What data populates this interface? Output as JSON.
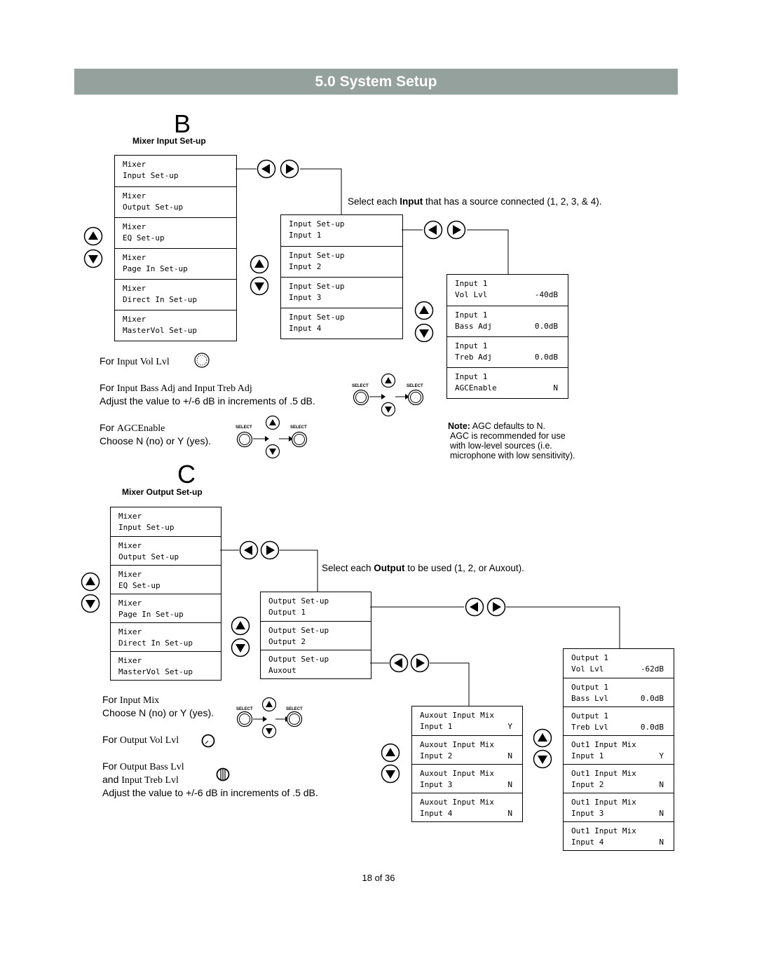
{
  "banner": {
    "title": "5.0 System Setup"
  },
  "sectionB": {
    "letter": "B",
    "heading": "Mixer Input Set-up",
    "menu": [
      [
        "Mixer",
        "Input Set-up"
      ],
      [
        "Mixer",
        "Output Set-up"
      ],
      [
        "Mixer",
        "EQ Set-up"
      ],
      [
        "Mixer",
        "Page In Set-up"
      ],
      [
        "Mixer",
        "Direct In Set-up"
      ],
      [
        "Mixer",
        "MasterVol Set-up"
      ]
    ],
    "select_text_pre": "Select each ",
    "select_text_bold": "Input",
    "select_text_post": " that has a source connected (1, 2, 3, & 4).",
    "input_menu": [
      [
        "Input Set-up",
        "Input 1"
      ],
      [
        "Input Set-up",
        "Input 2"
      ],
      [
        "Input Set-up",
        "Input 3"
      ],
      [
        "Input Set-up",
        "Input 4"
      ]
    ],
    "input1_menu": [
      {
        "l1": "Input 1",
        "l2a": "Vol Lvl",
        "l2b": "-40dB"
      },
      {
        "l1": "Input 1",
        "l2a": "Bass Adj",
        "l2b": "0.0dB"
      },
      {
        "l1": "Input 1",
        "l2a": "Treb Adj",
        "l2b": "0.0dB"
      },
      {
        "l1": "Input 1",
        "l2a": "AGCEnable",
        "l2b": "N"
      }
    ],
    "for_vol_pre": "For ",
    "for_vol": "Input Vol Lvl",
    "for_bass_pre": "For ",
    "for_bass": "Input Bass Adj and Input Treb Adj",
    "adjust_text": "Adjust the value to +/-6 dB in increments of .5 dB.",
    "for_agc_pre": "For ",
    "for_agc": "AGCEnable",
    "choose_text": "Choose N (no) or Y (yes).",
    "note_label": "Note:",
    "note_lines": [
      " AGC defaults to N.",
      "AGC is recommended for use",
      "with low-level sources (i.e.",
      "microphone with low sensitivity)."
    ],
    "select_label": "SELECT"
  },
  "sectionC": {
    "letter": "C",
    "heading": "Mixer Output Set-up",
    "menu": [
      [
        "Mixer",
        "Input Set-up"
      ],
      [
        "Mixer",
        "Output Set-up"
      ],
      [
        "Mixer",
        "EQ Set-up"
      ],
      [
        "Mixer",
        "Page In Set-up"
      ],
      [
        "Mixer",
        "Direct In Set-up"
      ],
      [
        "Mixer",
        "MasterVol Set-up"
      ]
    ],
    "select_text_pre": "Select each ",
    "select_text_bold": "Output",
    "select_text_post": " to be used (1, 2, or Auxout).",
    "output_menu": [
      [
        "Output Set-up",
        "Output 1"
      ],
      [
        "Output Set-up",
        "Output 2"
      ],
      [
        "Output Set-up",
        "Auxout"
      ]
    ],
    "auxout_menu": [
      {
        "l1": "Auxout Input Mix",
        "l2a": "Input 1",
        "l2b": "Y"
      },
      {
        "l1": "Auxout Input Mix",
        "l2a": "Input 2",
        "l2b": "N"
      },
      {
        "l1": "Auxout Input Mix",
        "l2a": "Input 3",
        "l2b": "N"
      },
      {
        "l1": "Auxout Input Mix",
        "l2a": "Input 4",
        "l2b": "N"
      }
    ],
    "output1_menu": [
      {
        "l1": "Output 1",
        "l2a": "Vol Lvl",
        "l2b": "-62dB"
      },
      {
        "l1": "Output 1",
        "l2a": "Bass Lvl",
        "l2b": "0.0dB"
      },
      {
        "l1": "Output 1",
        "l2a": "Treb Lvl",
        "l2b": "0.0dB"
      },
      {
        "l1": "Out1 Input Mix",
        "l2a": "Input 1",
        "l2b": "Y"
      },
      {
        "l1": "Out1 Input Mix",
        "l2a": "Input 2",
        "l2b": "N"
      },
      {
        "l1": "Out1 Input Mix",
        "l2a": "Input 3",
        "l2b": "N"
      },
      {
        "l1": "Out1 Input Mix",
        "l2a": "Input 4",
        "l2b": "N"
      }
    ],
    "for_mix_pre": "For ",
    "for_mix": "Input Mix",
    "choose_text": "Choose N (no) or Y (yes).",
    "for_outvol_pre": "For ",
    "for_outvol": "Output Vol Lvl",
    "for_outbass_pre": "For ",
    "for_outbass": "Output Bass Lvl",
    "and_text": "and ",
    "and_treb": "Input Treb Lvl",
    "adjust_text": "Adjust the value to +/-6 dB in increments of .5 dB.",
    "select_label": "SELECT"
  },
  "footer": {
    "page": "18 of 36"
  }
}
